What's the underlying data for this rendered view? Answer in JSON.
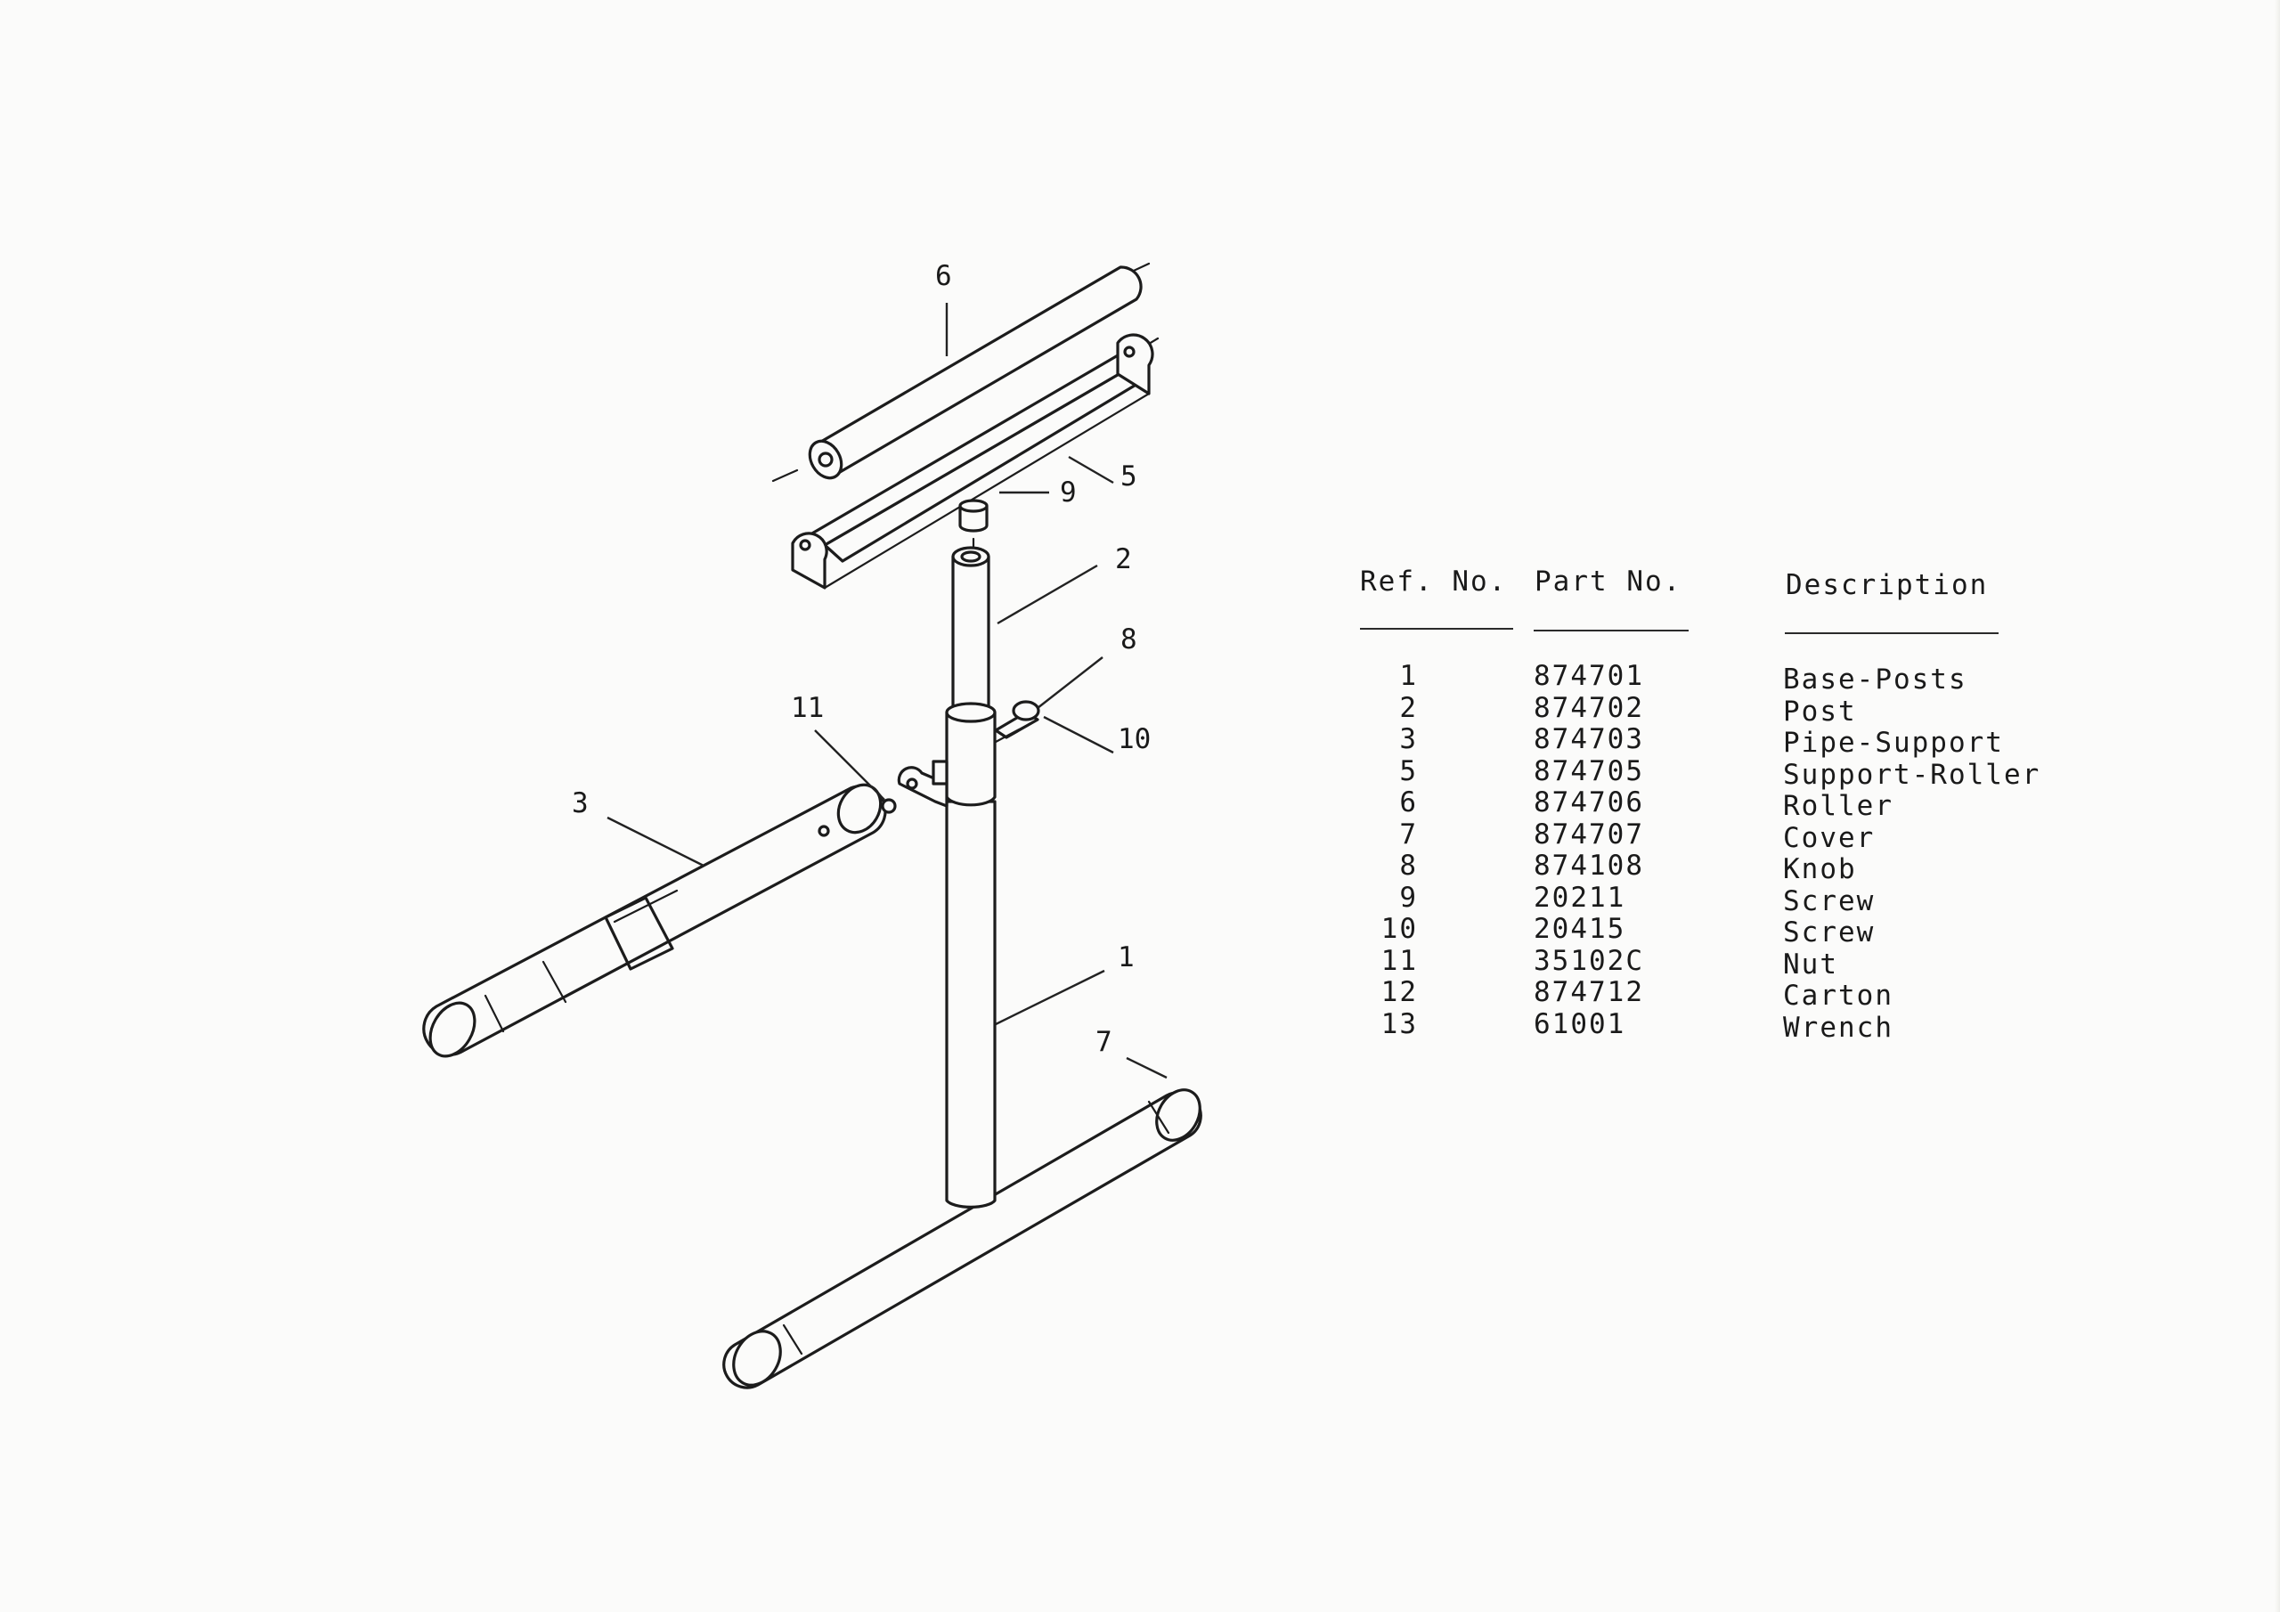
{
  "callouts": {
    "c1": "1",
    "c2": "2",
    "c3": "3",
    "c5": "5",
    "c6": "6",
    "c7": "7",
    "c8": "8",
    "c9": "9",
    "c10": "10",
    "c11": "11"
  },
  "table": {
    "headers": {
      "ref": "Ref. No.",
      "part": "Part No.",
      "desc": "Description"
    },
    "rows": [
      {
        "ref": "1",
        "part": "874701",
        "desc": "Base-Posts"
      },
      {
        "ref": "2",
        "part": "874702",
        "desc": "Post"
      },
      {
        "ref": "3",
        "part": "874703",
        "desc": "Pipe-Support"
      },
      {
        "ref": "5",
        "part": "874705",
        "desc": "Support-Roller"
      },
      {
        "ref": "6",
        "part": "874706",
        "desc": "Roller"
      },
      {
        "ref": "7",
        "part": "874707",
        "desc": "Cover"
      },
      {
        "ref": "8",
        "part": "874108",
        "desc": "Knob"
      },
      {
        "ref": "9",
        "part": "20211",
        "desc": "Screw"
      },
      {
        "ref": "10",
        "part": "20415",
        "desc": "Screw"
      },
      {
        "ref": "11",
        "part": "35102C",
        "desc": "Nut"
      },
      {
        "ref": "12",
        "part": "874712",
        "desc": "Carton"
      },
      {
        "ref": "13",
        "part": "61001",
        "desc": "Wrench"
      }
    ]
  }
}
